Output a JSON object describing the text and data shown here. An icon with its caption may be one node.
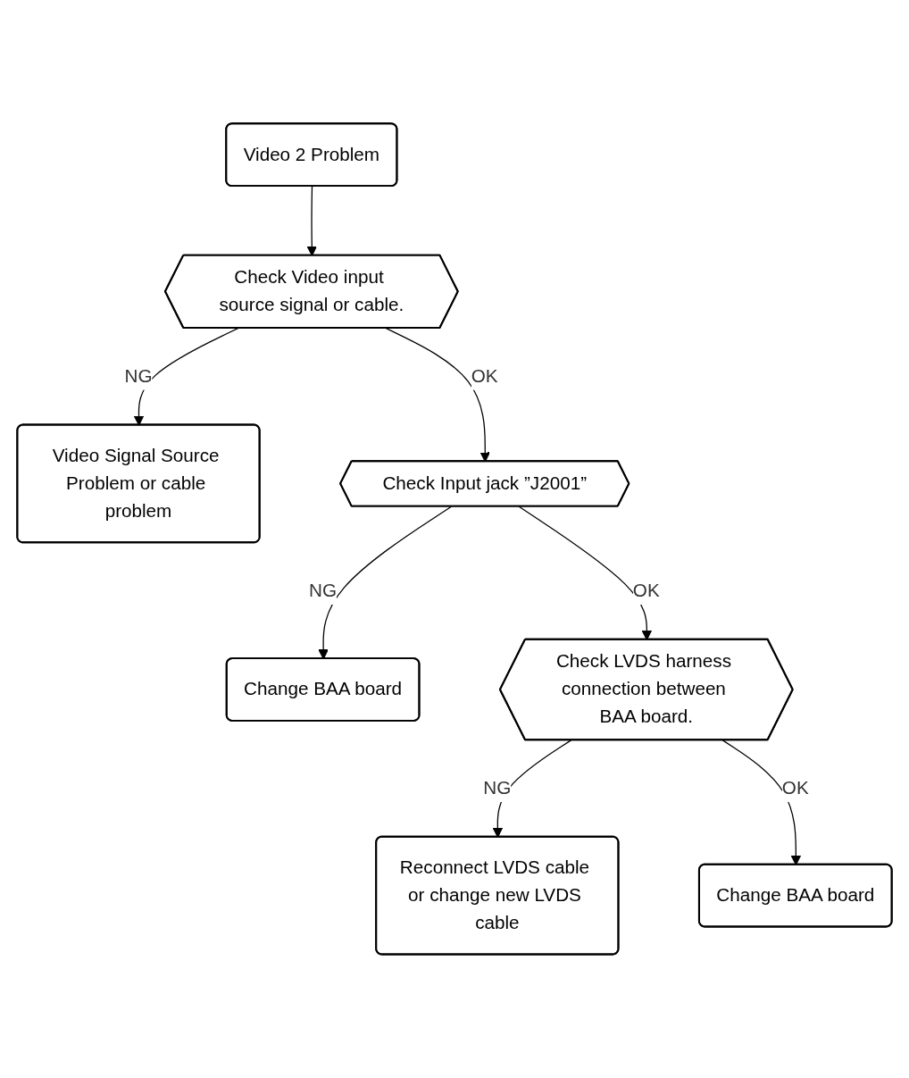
{
  "diagram": {
    "nodes": [
      {
        "text": [
          "Video 2 Problem"
        ]
      },
      {
        "text": [
          "Check Video input source signal or cable."
        ]
      },
      {
        "text": [
          "Video Signal Source Problem or cable problem"
        ]
      },
      {
        "text": [
          "Check Input jack ”J2001”"
        ]
      },
      {
        "text": [
          "Change BAA board"
        ]
      },
      {
        "text": [
          "Check LVDS harness connection between BAA board."
        ]
      },
      {
        "text": [
          "Reconnect LVDS cable or change new LVDS cable"
        ]
      },
      {
        "text": [
          "Change BAA board"
        ]
      }
    ],
    "edges": [
      {
        "from": 0,
        "to": 1,
        "arrow": "to"
      },
      {
        "from": 1,
        "to": 2,
        "arrow": "to",
        "label": "NG"
      },
      {
        "from": 1,
        "to": 3,
        "arrow": "to",
        "label": "OK"
      },
      {
        "from": 3,
        "to": 4,
        "arrow": "to",
        "label": "NG"
      },
      {
        "from": 3,
        "to": 5,
        "arrow": "to",
        "label": "OK"
      },
      {
        "from": 5,
        "to": 6,
        "arrow": "to",
        "label": "NG"
      },
      {
        "from": 5,
        "to": 7,
        "arrow": "to",
        "label": "OK"
      }
    ]
  }
}
